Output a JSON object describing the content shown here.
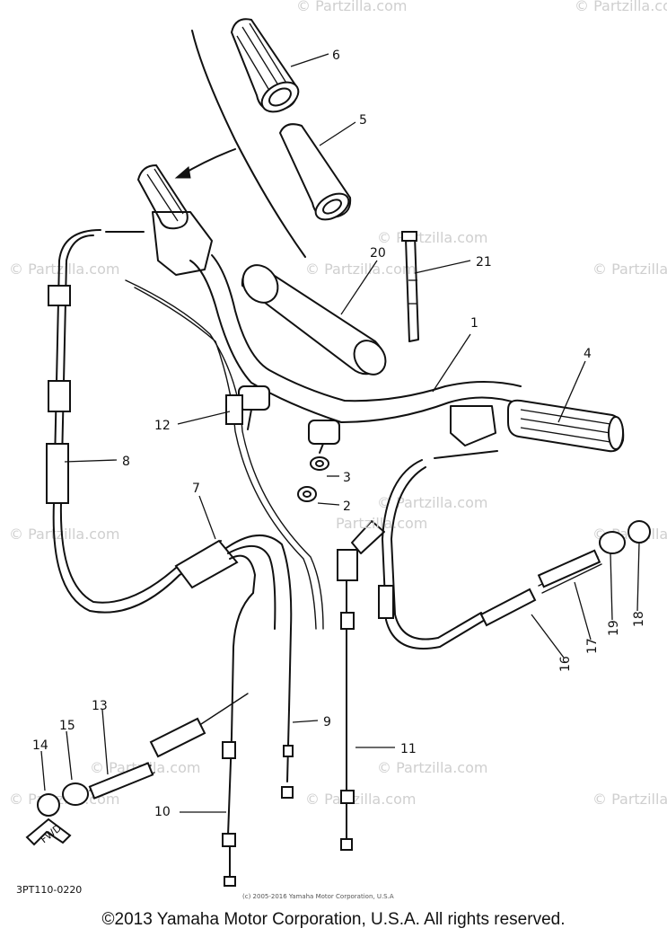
{
  "callouts": [
    "1",
    "2",
    "3",
    "4",
    "5",
    "6",
    "7",
    "8",
    "9",
    "10",
    "11",
    "12",
    "13",
    "14",
    "15",
    "16",
    "17",
    "18",
    "19",
    "20",
    "21"
  ],
  "watermark": {
    "text": "© Partzilla.com",
    "center_text": "Partzilla.com"
  },
  "diagram_code": "3PT110-0220",
  "small_copyright": "(c) 2005-2016 Yamaha Motor Corporation, U.S.A",
  "direction_label": "FWD",
  "copyright": "©2013 Yamaha Motor Corporation, U.S.A. All rights reserved."
}
